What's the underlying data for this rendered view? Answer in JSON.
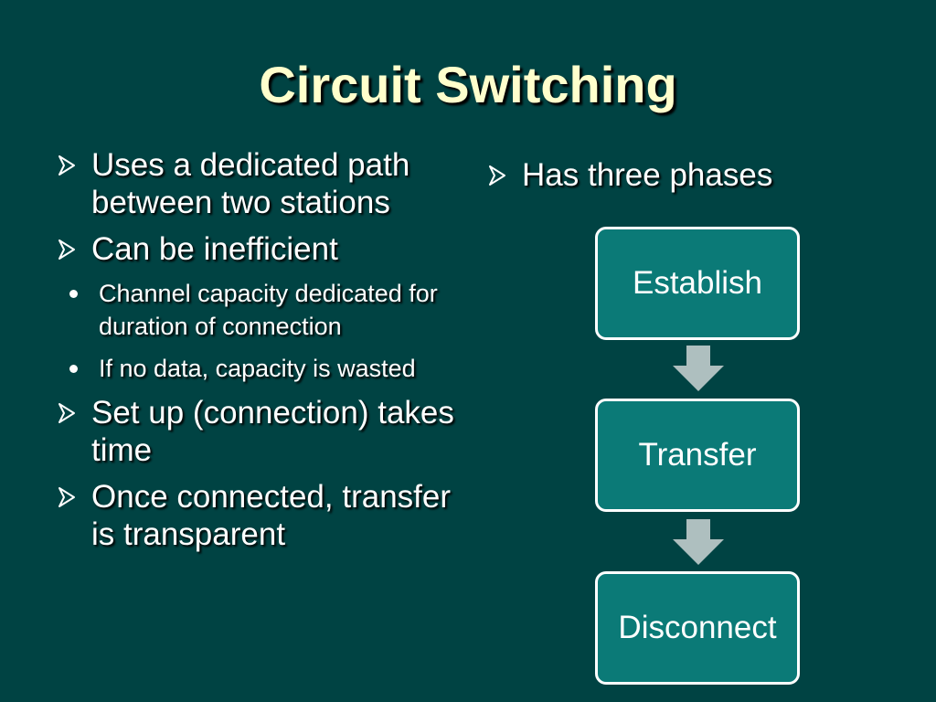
{
  "title": "Circuit Switching",
  "left_bullets": [
    {
      "text": "Uses a dedicated path between two stations"
    },
    {
      "text": "Can be inefficient",
      "sub": [
        "Channel capacity dedicated for duration of connection",
        "If no data, capacity is wasted"
      ]
    },
    {
      "text": "Set up (connection) takes time"
    },
    {
      "text": "Once connected, transfer is transparent"
    }
  ],
  "right_heading": "Has three phases",
  "phases": [
    "Establish",
    "Transfer",
    "Disconnect"
  ],
  "colors": {
    "background": "#004343",
    "title": "#ffffcc",
    "phase_box": "#0b7a77",
    "flow_arrow": "#aebfbf",
    "bullet_arrow": "#ffffff"
  }
}
